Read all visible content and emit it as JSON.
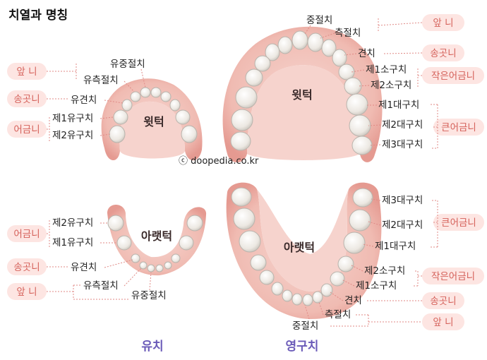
{
  "title": "치열과 명칭",
  "credit": "ⓒ doopedia.co.kr",
  "upper_jaw_label": "윗턱",
  "lower_jaw_label": "아랫턱",
  "primary": {
    "caption": "유치",
    "upper": {
      "central_incisor": "유중절치",
      "lateral_incisor": "유측절치",
      "canine": "유견치",
      "first_molar": "제1유구치",
      "second_molar": "제2유구치"
    },
    "lower": {
      "second_molar": "제2유구치",
      "first_molar": "제1유구치",
      "canine": "유견치",
      "lateral_incisor": "유측절치",
      "central_incisor": "유중절치"
    },
    "categories": {
      "front": "앞 니",
      "canine": "송곳니",
      "molar": "어금니"
    }
  },
  "permanent": {
    "caption": "영구치",
    "upper": {
      "central_incisor": "중절치",
      "lateral_incisor": "측절치",
      "canine": "견치",
      "first_premolar": "제1소구치",
      "second_premolar": "제2소구치",
      "first_molar": "제1대구치",
      "second_molar": "제2대구치",
      "third_molar": "제3대구치"
    },
    "lower": {
      "third_molar": "제3대구치",
      "second_molar": "제2대구치",
      "first_molar": "제1대구치",
      "second_premolar": "제2소구치",
      "first_premolar": "제1소구치",
      "canine": "견치",
      "lateral_incisor": "측절치",
      "central_incisor": "중절치"
    },
    "categories": {
      "front": "앞 니",
      "canine": "송곳니",
      "small_molar": "작은어금니",
      "large_molar": "큰어금니"
    }
  },
  "colors": {
    "gum_outer": "#e9a39b",
    "gum_inner": "#f3c9c2",
    "tooth": "#f4f1ec",
    "tag_fill": "#fde5e2",
    "tag_text": "#d5615a",
    "caption": "#6a5ab8"
  }
}
